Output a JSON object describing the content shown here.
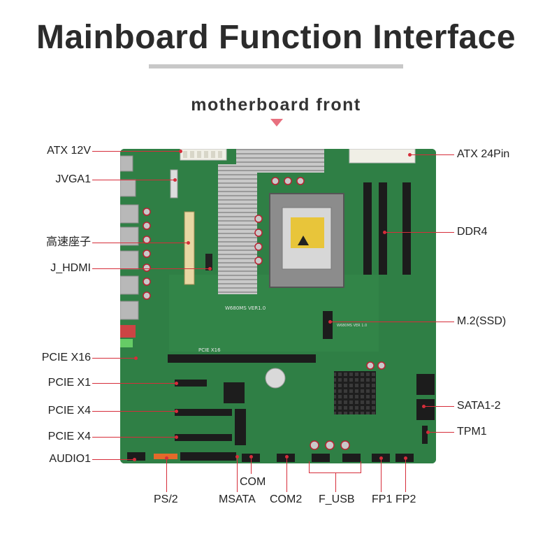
{
  "header": {
    "title": "Mainboard Function Interface",
    "subtitle": "motherboard front"
  },
  "board": {
    "silk_model": "W680MS VER1.0",
    "slot_label": "PCIE X16",
    "chip_label": "W680MS VER 1.0"
  },
  "labels": {
    "atx12v": "ATX 12V",
    "jvga1": "JVGA1",
    "hs_header": "高速座子",
    "jhdmi": "J_HDMI",
    "pcie_x16": "PCIE X16",
    "pcie_x1": "PCIE X1",
    "pcie_x4_a": "PCIE X4",
    "pcie_x4_b": "PCIE X4",
    "audio1": "AUDIO1",
    "atx24": "ATX 24Pin",
    "ddr4": "DDR4",
    "m2": "M.2(SSD)",
    "sata": "SATA1-2",
    "tpm1": "TPM1",
    "ps2": "PS/2",
    "msata": "MSATA",
    "com": "COM",
    "com2": "COM2",
    "fusb": "F_USB",
    "fp1": "FP1",
    "fp2": "FP2"
  },
  "colors": {
    "pcb": "#2f7f45",
    "callout": "#d62d3a",
    "arrow": "#e8707f",
    "rule": "#c8c8c8"
  }
}
